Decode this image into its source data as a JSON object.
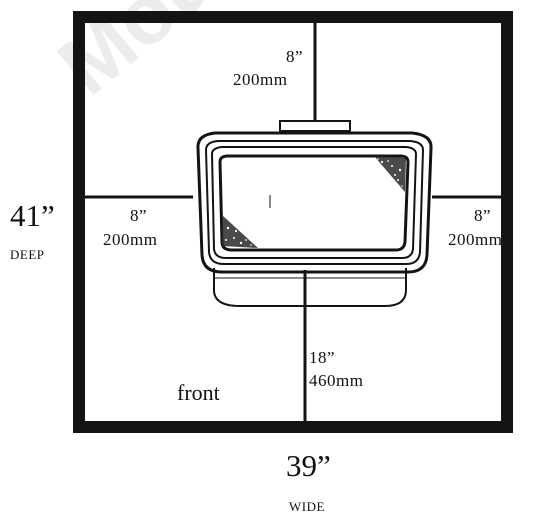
{
  "colors": {
    "outline": "#141414",
    "watermark": "#000000"
  },
  "watermark": {
    "text": "Moun"
  },
  "dimensions": {
    "top": {
      "inches": "8”",
      "mm": "200mm"
    },
    "left": {
      "inches": "8”",
      "mm": "200mm"
    },
    "right": {
      "inches": "8”",
      "mm": "200mm"
    },
    "front": {
      "inches": "18”",
      "mm": "460mm"
    },
    "depth": {
      "value": "41”",
      "label": "DEEP"
    },
    "width": {
      "value": "39”",
      "label": "WIDE"
    }
  },
  "front_label": "front",
  "icons": {
    "stove": "stove-top-view-icon"
  }
}
